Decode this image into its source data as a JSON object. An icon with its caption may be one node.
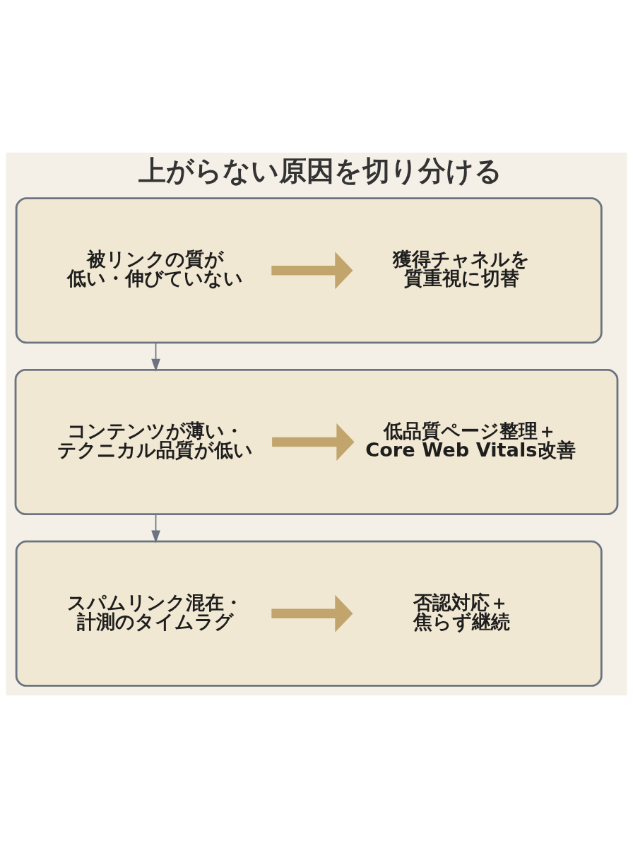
{
  "diagram": {
    "title": "上がらない原因を切り分ける",
    "nodes": [
      {
        "text": [],
        "shape": "box"
      },
      {
        "text": [
          "被リンクの質が低い・伸びていない"
        ],
        "in": 0
      },
      {
        "text": [
          "獲得チャネルを質重視に切替"
        ],
        "in": 0
      },
      {
        "text": [],
        "shape": "box"
      },
      {
        "text": [
          "コンテンツが薄い・テクニカル品質が低い"
        ],
        "in": 3
      },
      {
        "text": [
          "低品質ページ整理＋Core Web Vitals改善"
        ],
        "in": 3
      },
      {
        "text": [],
        "shape": "box"
      },
      {
        "text": [
          "スパムリンク混在・計測のタイムラグ"
        ],
        "in": 6
      },
      {
        "text": [
          "否認対応＋焦らず継続"
        ],
        "in": 6
      }
    ],
    "edges": [
      {
        "from": 1,
        "to": 2,
        "arrow": "to"
      },
      {
        "from": 0,
        "to": 3,
        "arrow": "to",
        "color": "#6b7480"
      },
      {
        "from": 4,
        "to": 5,
        "arrow": "to"
      },
      {
        "from": 3,
        "to": 6,
        "arrow": "to",
        "color": "#6b7480"
      },
      {
        "from": 7,
        "to": 8,
        "arrow": "to"
      }
    ]
  }
}
